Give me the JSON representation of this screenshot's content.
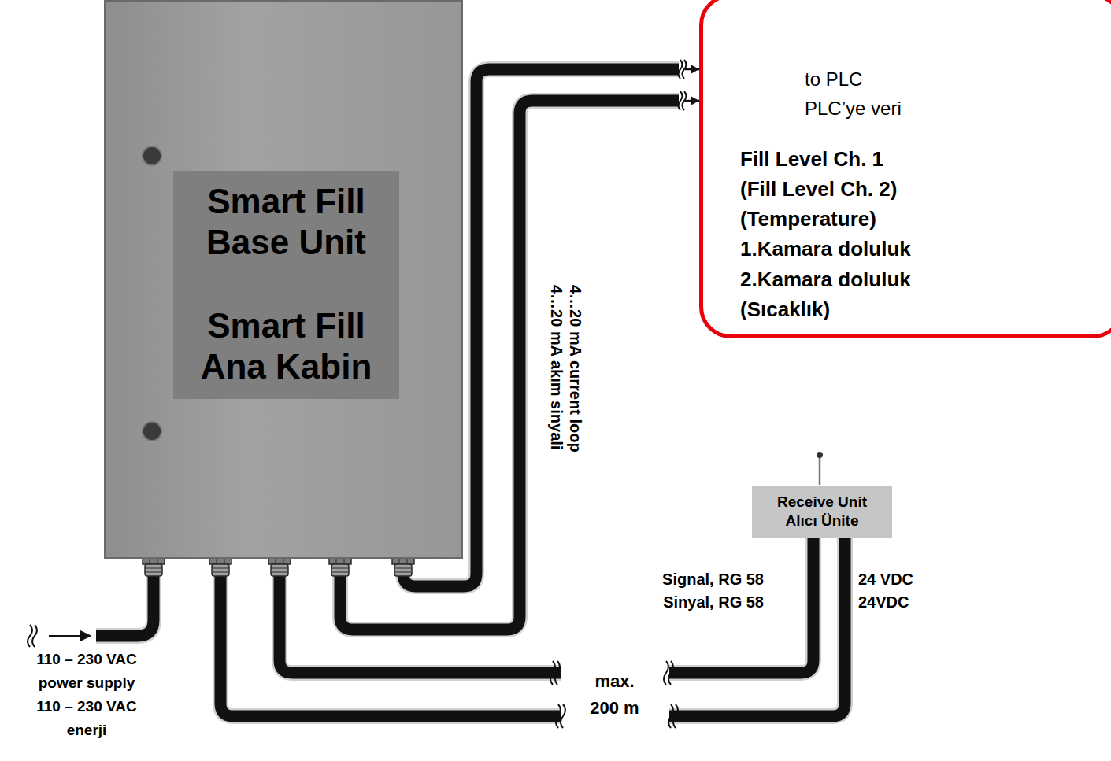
{
  "diagram": {
    "nodes": [
      {
        "text": [
          "Smart Fill Base Unit",
          "Smart Fill Ana Kabin"
        ]
      },
      {
        "text": [
          "to PLC",
          "PLC’ye veri",
          "Fill Level Ch. 1",
          "(Fill Level Ch. 2)",
          "(Temperature)",
          "1.Kamara doluluk",
          "2.Kamara doluluk",
          "(Sıcaklık)"
        ]
      },
      {
        "text": [
          "Receive Unit Alıcı Ünite"
        ]
      }
    ],
    "edges": [
      {
        "from": 0,
        "to": 1,
        "arrow": "to",
        "label": "4…20 mA current loop"
      },
      {
        "from": 0,
        "to": 1,
        "arrow": "to",
        "label": "4…20 mA akım sinyali"
      },
      {
        "from": 0,
        "to": 2,
        "arrow": "none",
        "label": "Signal, RG 58 Sinyal, RG 58"
      },
      {
        "from": 0,
        "to": 2,
        "arrow": "none",
        "label": "24 VDC 24VDC"
      }
    ],
    "labels": [
      "max. 200 m",
      "110 – 230 VAC power supply 110 – 230 VAC enerji"
    ]
  }
}
